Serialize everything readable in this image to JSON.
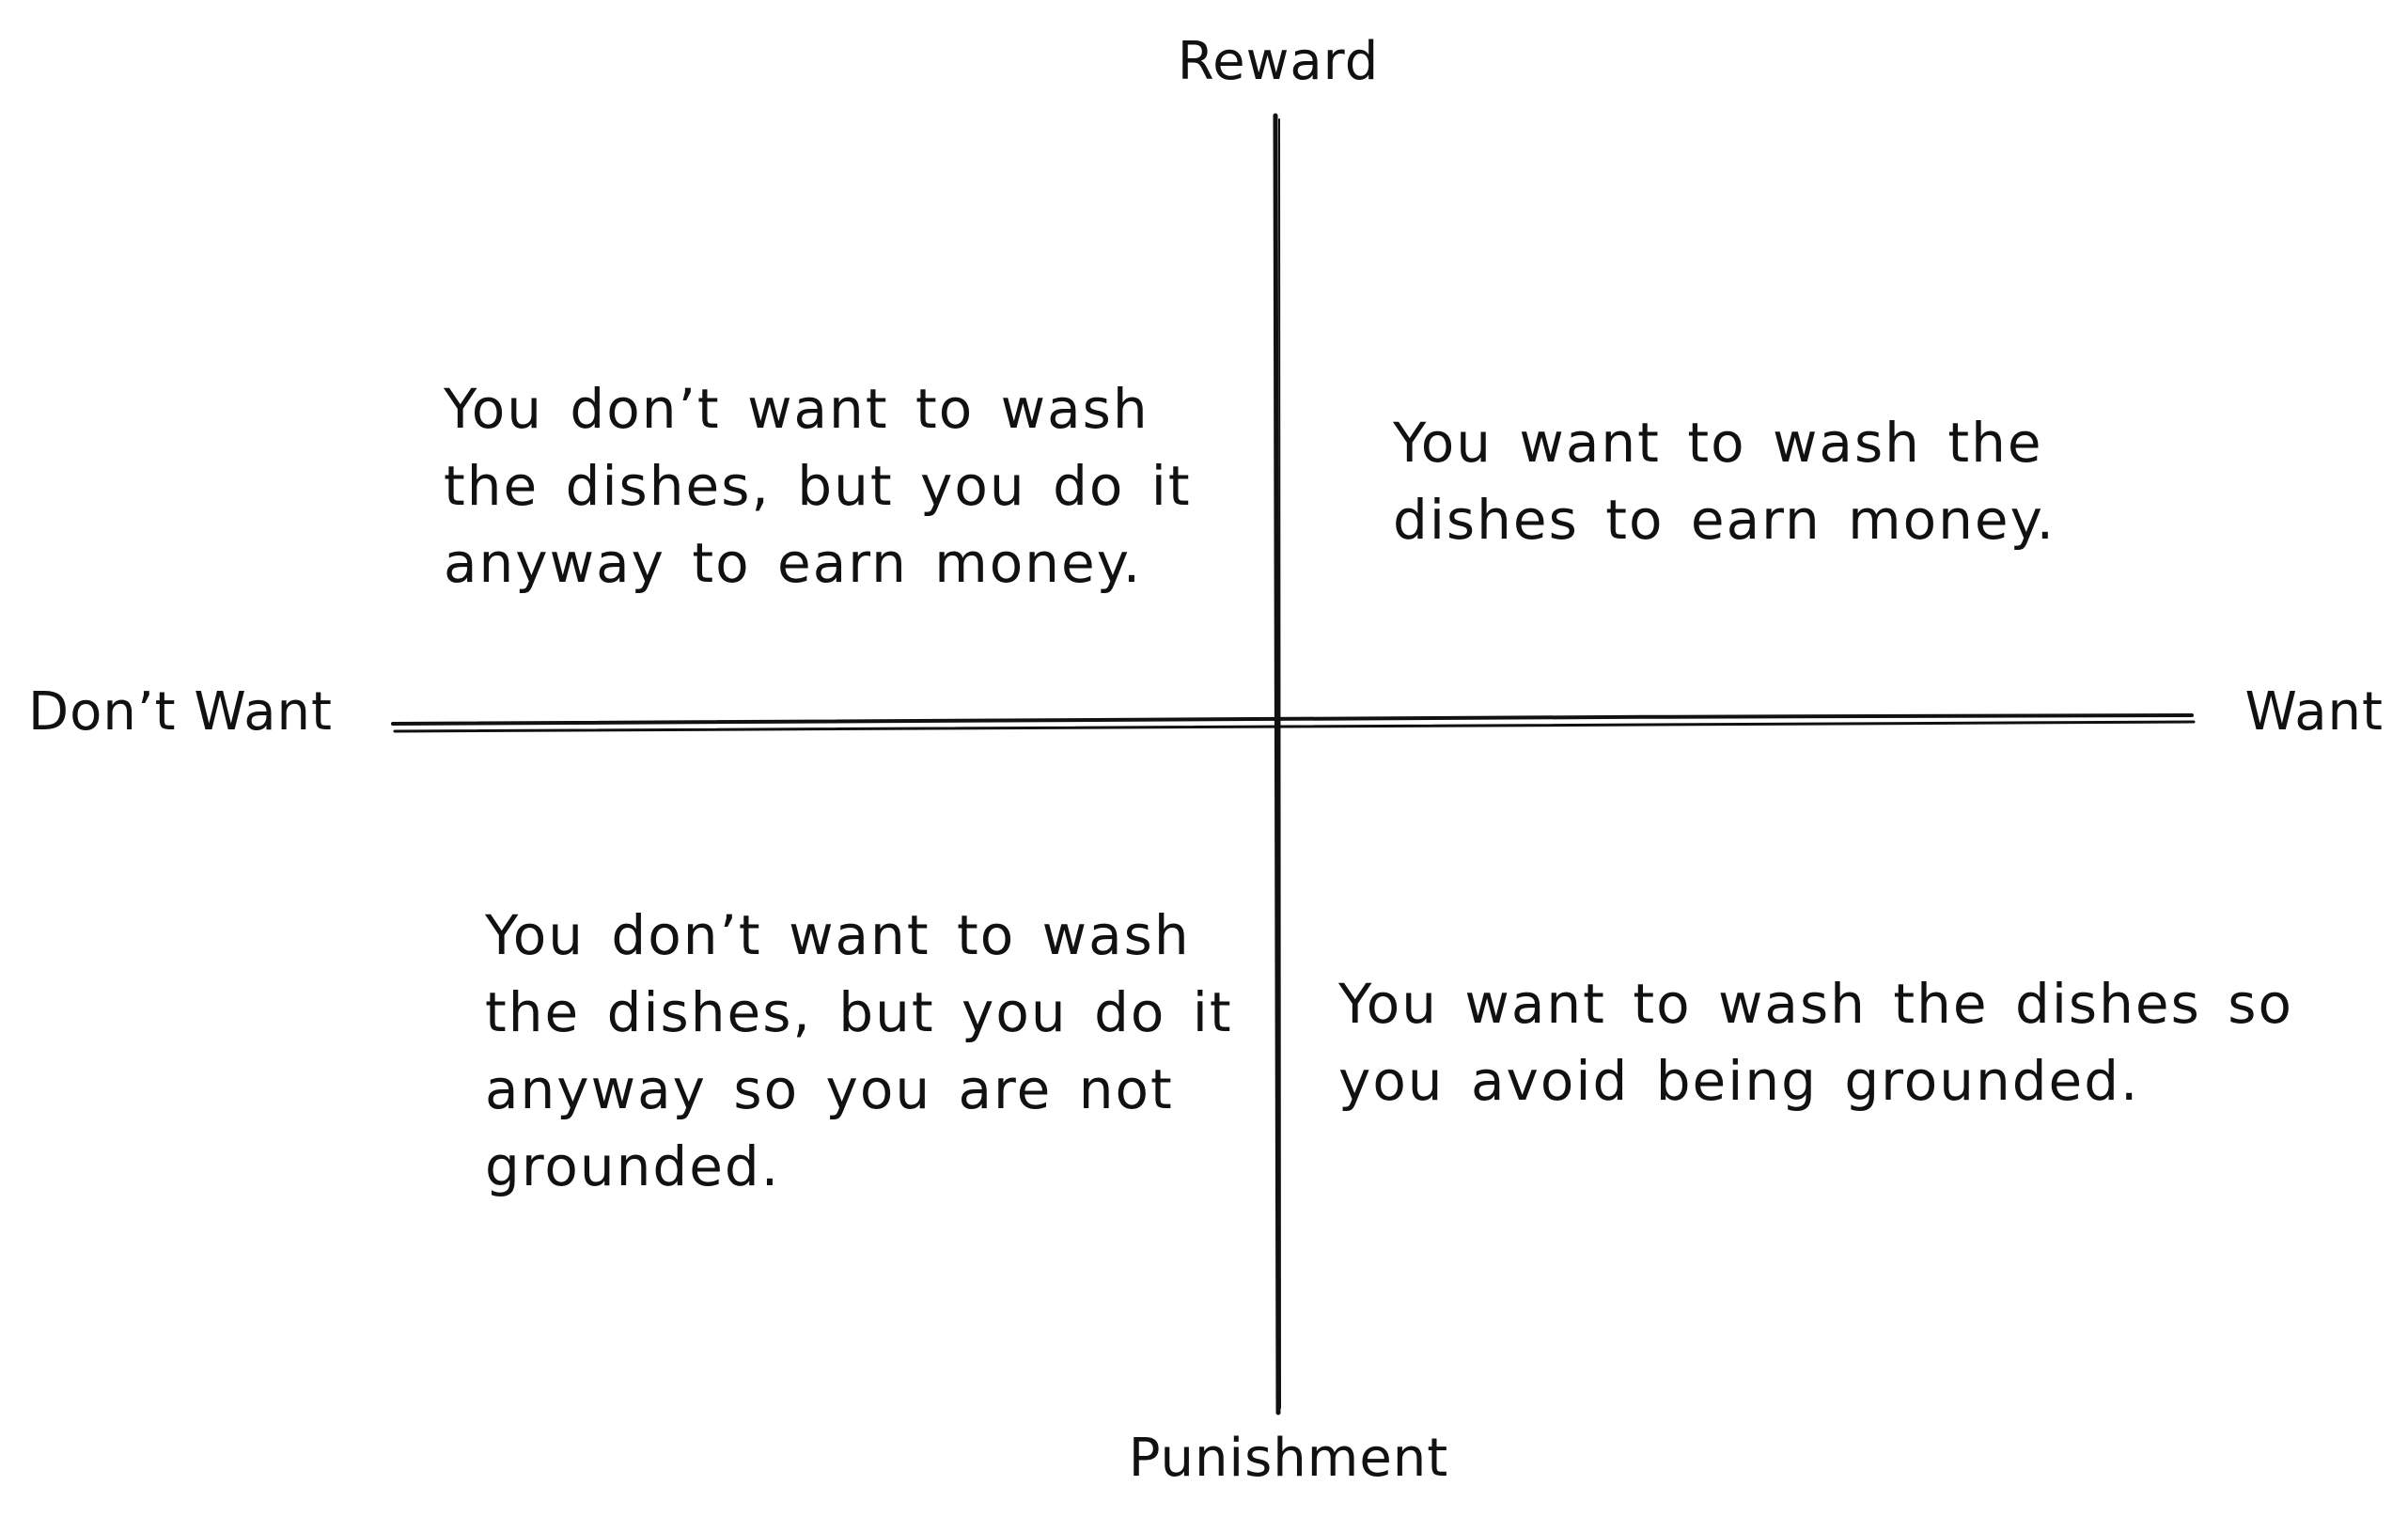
{
  "axes": {
    "top": "Reward",
    "bottom": "Punishment",
    "left": "Don’t Want",
    "right": "Want"
  },
  "quadrants": {
    "top_left": "You don’t want to wash the dishes, but you do it anyway to earn money.",
    "top_right": "You want to wash the dishes to earn money.",
    "bottom_left": "You don’t want to wash the dishes, but you do it anyway so you are not grounded.",
    "bottom_right": "You want to wash the dishes so you avoid being grounded."
  },
  "colors": {
    "background": "#ffffff",
    "ink": "#111111"
  }
}
